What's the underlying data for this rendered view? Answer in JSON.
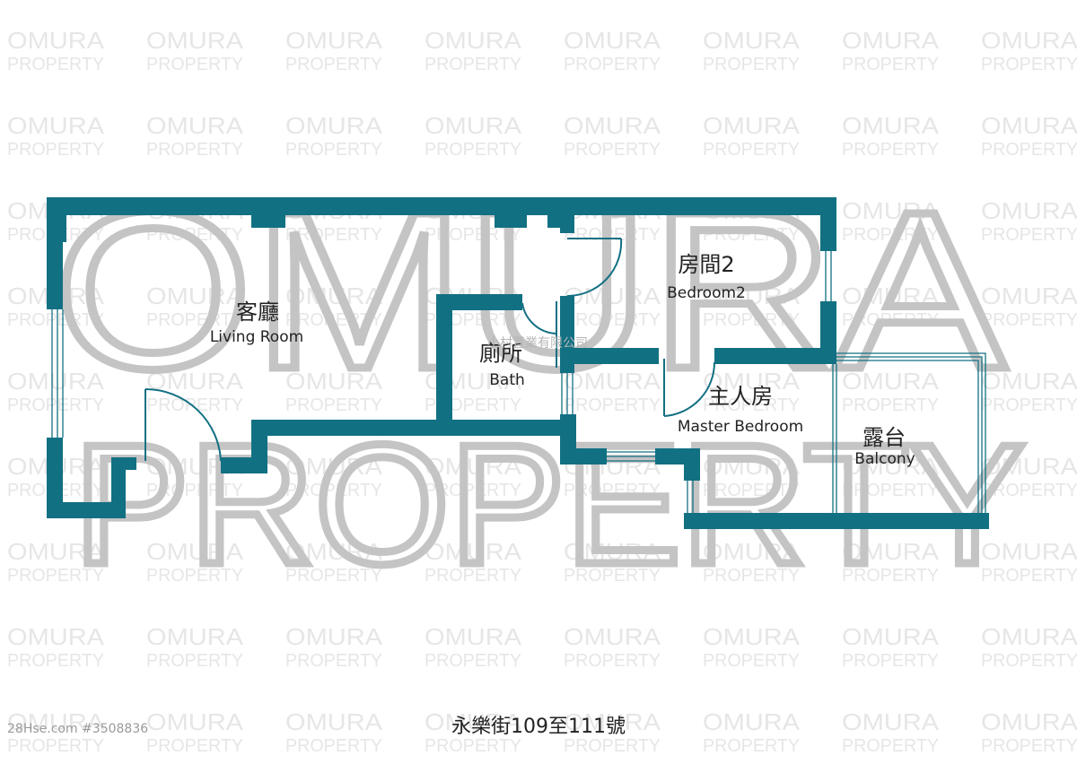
{
  "watermark": {
    "line1": "OMURA",
    "line2": "PROPERTY"
  },
  "agency_mark": "小村置業有限公司",
  "rooms": {
    "living": {
      "zh": "客廳",
      "en": "Living Room"
    },
    "bedroom2": {
      "zh": "房間2",
      "en": "Bedroom2"
    },
    "bath": {
      "zh": "廁所",
      "en": "Bath"
    },
    "master": {
      "zh": "主人房",
      "en": "Master Bedroom"
    },
    "balcony": {
      "zh": "露台",
      "en": "Balcony"
    }
  },
  "address": "永樂街109至111號",
  "listing_id": "28Hse.com #3508836",
  "colors": {
    "wall": "#127083",
    "watermark": "#c4c4c4"
  }
}
